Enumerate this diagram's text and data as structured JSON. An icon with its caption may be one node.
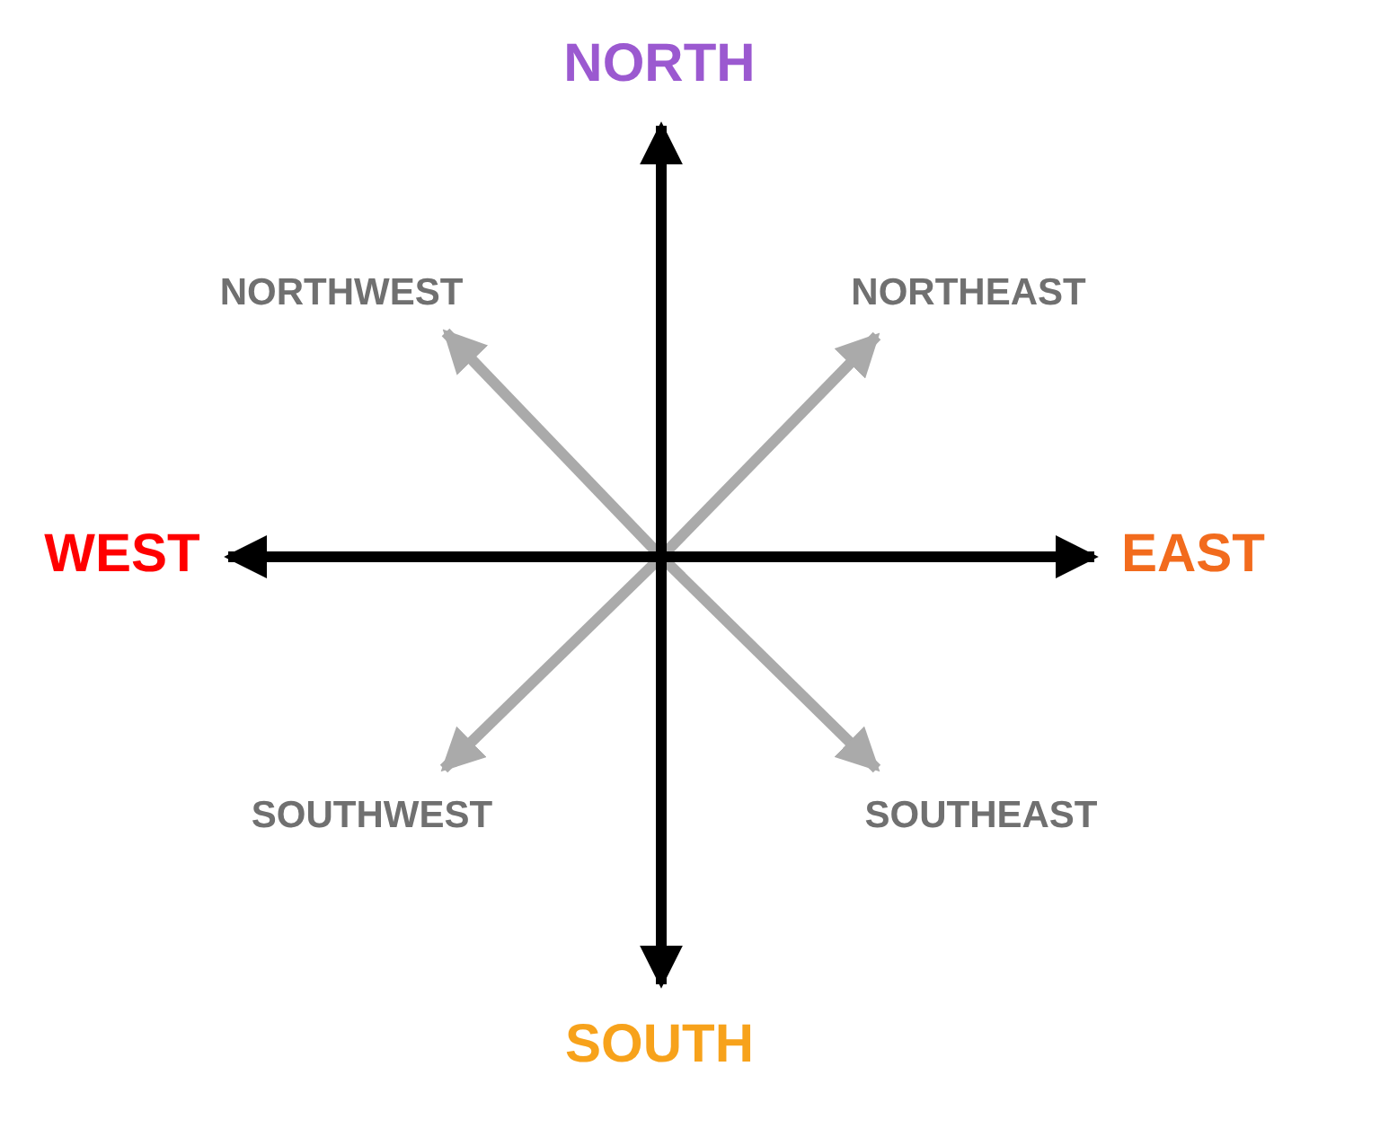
{
  "diagram": {
    "labels": [
      "NORTH",
      "NORTHWEST",
      "NORTHEAST",
      "WEST",
      "EAST",
      "SOUTHWEST",
      "SOUTHEAST",
      "SOUTH"
    ]
  }
}
